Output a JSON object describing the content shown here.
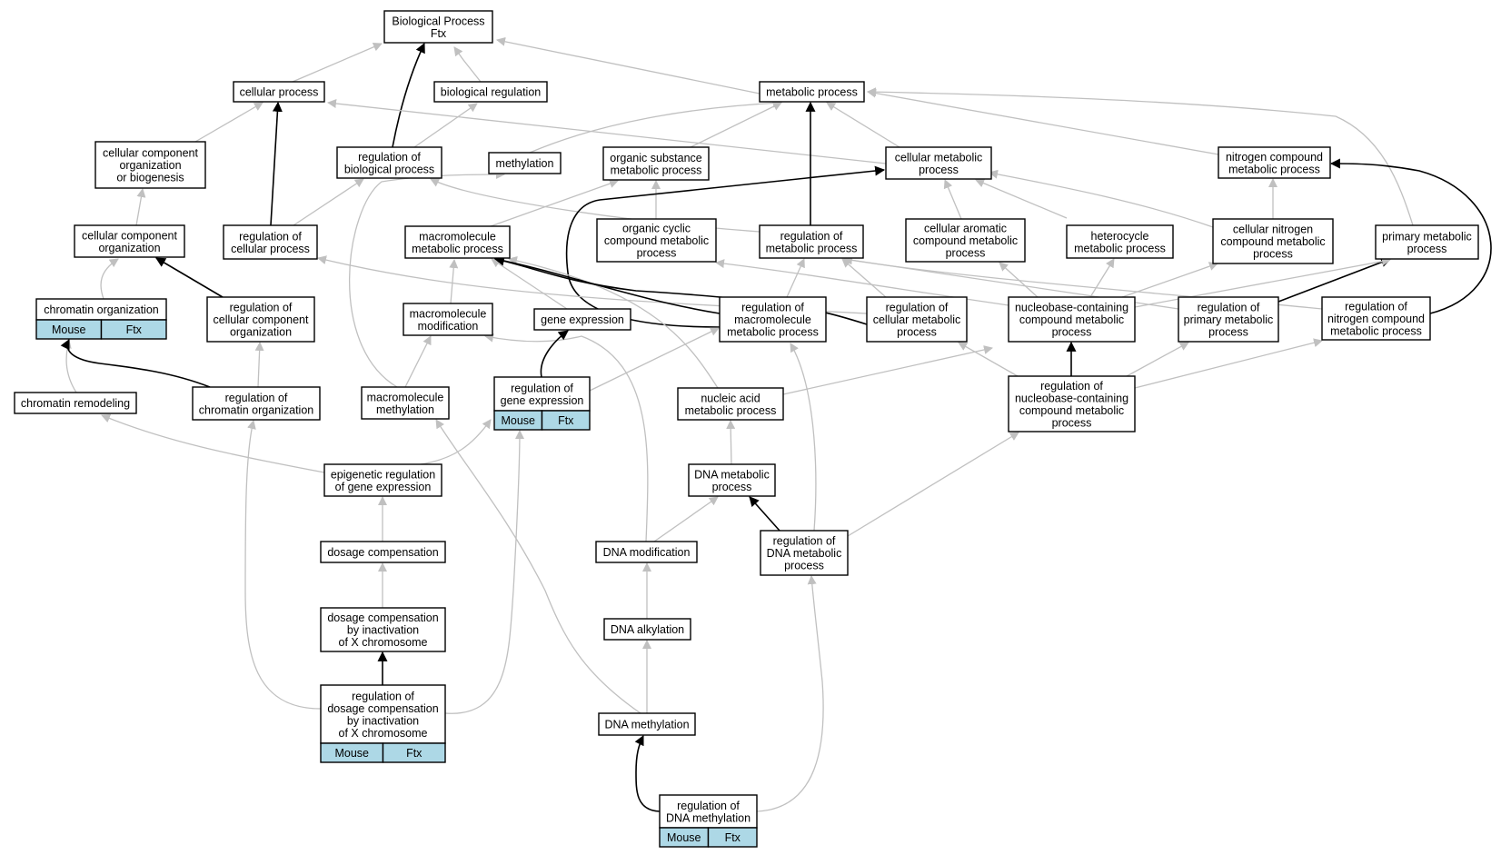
{
  "colors": {
    "edge_default": "#c0c0c0",
    "edge_highlight": "#000000",
    "annotation_fill": "#add8e6",
    "node_fill": "#ffffff"
  },
  "nodes": {
    "bp": {
      "lines": [
        "Biological Process",
        "Ftx"
      ]
    },
    "cp": {
      "lines": [
        "cellular process"
      ]
    },
    "br": {
      "lines": [
        "biological regulation"
      ]
    },
    "mp": {
      "lines": [
        "metabolic process"
      ]
    },
    "ccob": {
      "lines": [
        "cellular component",
        "organization",
        "or biogenesis"
      ]
    },
    "rbp": {
      "lines": [
        "regulation of",
        "biological process"
      ]
    },
    "meth": {
      "lines": [
        "methylation"
      ]
    },
    "osmp": {
      "lines": [
        "organic substance",
        "metabolic process"
      ]
    },
    "cmp": {
      "lines": [
        "cellular metabolic",
        "process"
      ]
    },
    "ncmp": {
      "lines": [
        "nitrogen compound",
        "metabolic process"
      ]
    },
    "cco": {
      "lines": [
        "cellular component",
        "organization"
      ]
    },
    "rcp": {
      "lines": [
        "regulation of",
        "cellular process"
      ]
    },
    "mmp": {
      "lines": [
        "macromolecule",
        "metabolic process"
      ]
    },
    "occmp": {
      "lines": [
        "organic cyclic",
        "compound metabolic",
        "process"
      ]
    },
    "rmp": {
      "lines": [
        "regulation of",
        "metabolic process"
      ]
    },
    "cacmp": {
      "lines": [
        "cellular aromatic",
        "compound metabolic",
        "process"
      ]
    },
    "hmp": {
      "lines": [
        "heterocycle",
        "metabolic process"
      ]
    },
    "cncmp": {
      "lines": [
        "cellular nitrogen",
        "compound metabolic",
        "process"
      ]
    },
    "pmp": {
      "lines": [
        "primary metabolic",
        "process"
      ]
    },
    "co": {
      "lines": [
        "chromatin organization"
      ],
      "tags": [
        "Mouse",
        "Ftx"
      ]
    },
    "rcco": {
      "lines": [
        "regulation of",
        "cellular component",
        "organization"
      ]
    },
    "mmod": {
      "lines": [
        "macromolecule",
        "modification"
      ]
    },
    "ge": {
      "lines": [
        "gene expression"
      ]
    },
    "rmmp": {
      "lines": [
        "regulation of",
        "macromolecule",
        "metabolic process"
      ]
    },
    "rcmp": {
      "lines": [
        "regulation of",
        "cellular metabolic",
        "process"
      ]
    },
    "nbcmp": {
      "lines": [
        "nucleobase-containing",
        "compound metabolic",
        "process"
      ]
    },
    "rprmp": {
      "lines": [
        "regulation of",
        "primary metabolic",
        "process"
      ]
    },
    "rncmp": {
      "lines": [
        "regulation of",
        "nitrogen compound",
        "metabolic process"
      ]
    },
    "cr": {
      "lines": [
        "chromatin remodeling"
      ]
    },
    "rco": {
      "lines": [
        "regulation of",
        "chromatin organization"
      ]
    },
    "mmeth": {
      "lines": [
        "macromolecule",
        "methylation"
      ]
    },
    "rge": {
      "lines": [
        "regulation of",
        "gene expression"
      ],
      "tags": [
        "Mouse",
        "Ftx"
      ]
    },
    "namp": {
      "lines": [
        "nucleic acid",
        "metabolic process"
      ]
    },
    "rnbcmp": {
      "lines": [
        "regulation of",
        "nucleobase-containing",
        "compound metabolic",
        "process"
      ]
    },
    "ergex": {
      "lines": [
        "epigenetic regulation",
        "of gene expression"
      ]
    },
    "dnamp": {
      "lines": [
        "DNA metabolic",
        "process"
      ]
    },
    "dc": {
      "lines": [
        "dosage compensation"
      ]
    },
    "dnamod": {
      "lines": [
        "DNA modification"
      ]
    },
    "rdnamp": {
      "lines": [
        "regulation of",
        "DNA metabolic",
        "process"
      ]
    },
    "dcix": {
      "lines": [
        "dosage compensation",
        "by inactivation",
        "of X chromosome"
      ]
    },
    "dnaalk": {
      "lines": [
        "DNA alkylation"
      ]
    },
    "rdcix": {
      "lines": [
        "regulation of",
        "dosage compensation",
        "by inactivation",
        "of X chromosome"
      ],
      "tags": [
        "Mouse",
        "Ftx"
      ]
    },
    "dnameth": {
      "lines": [
        "DNA methylation"
      ]
    },
    "rdnameth": {
      "lines": [
        "regulation of",
        "DNA methylation"
      ],
      "tags": [
        "Mouse",
        "Ftx"
      ]
    }
  }
}
